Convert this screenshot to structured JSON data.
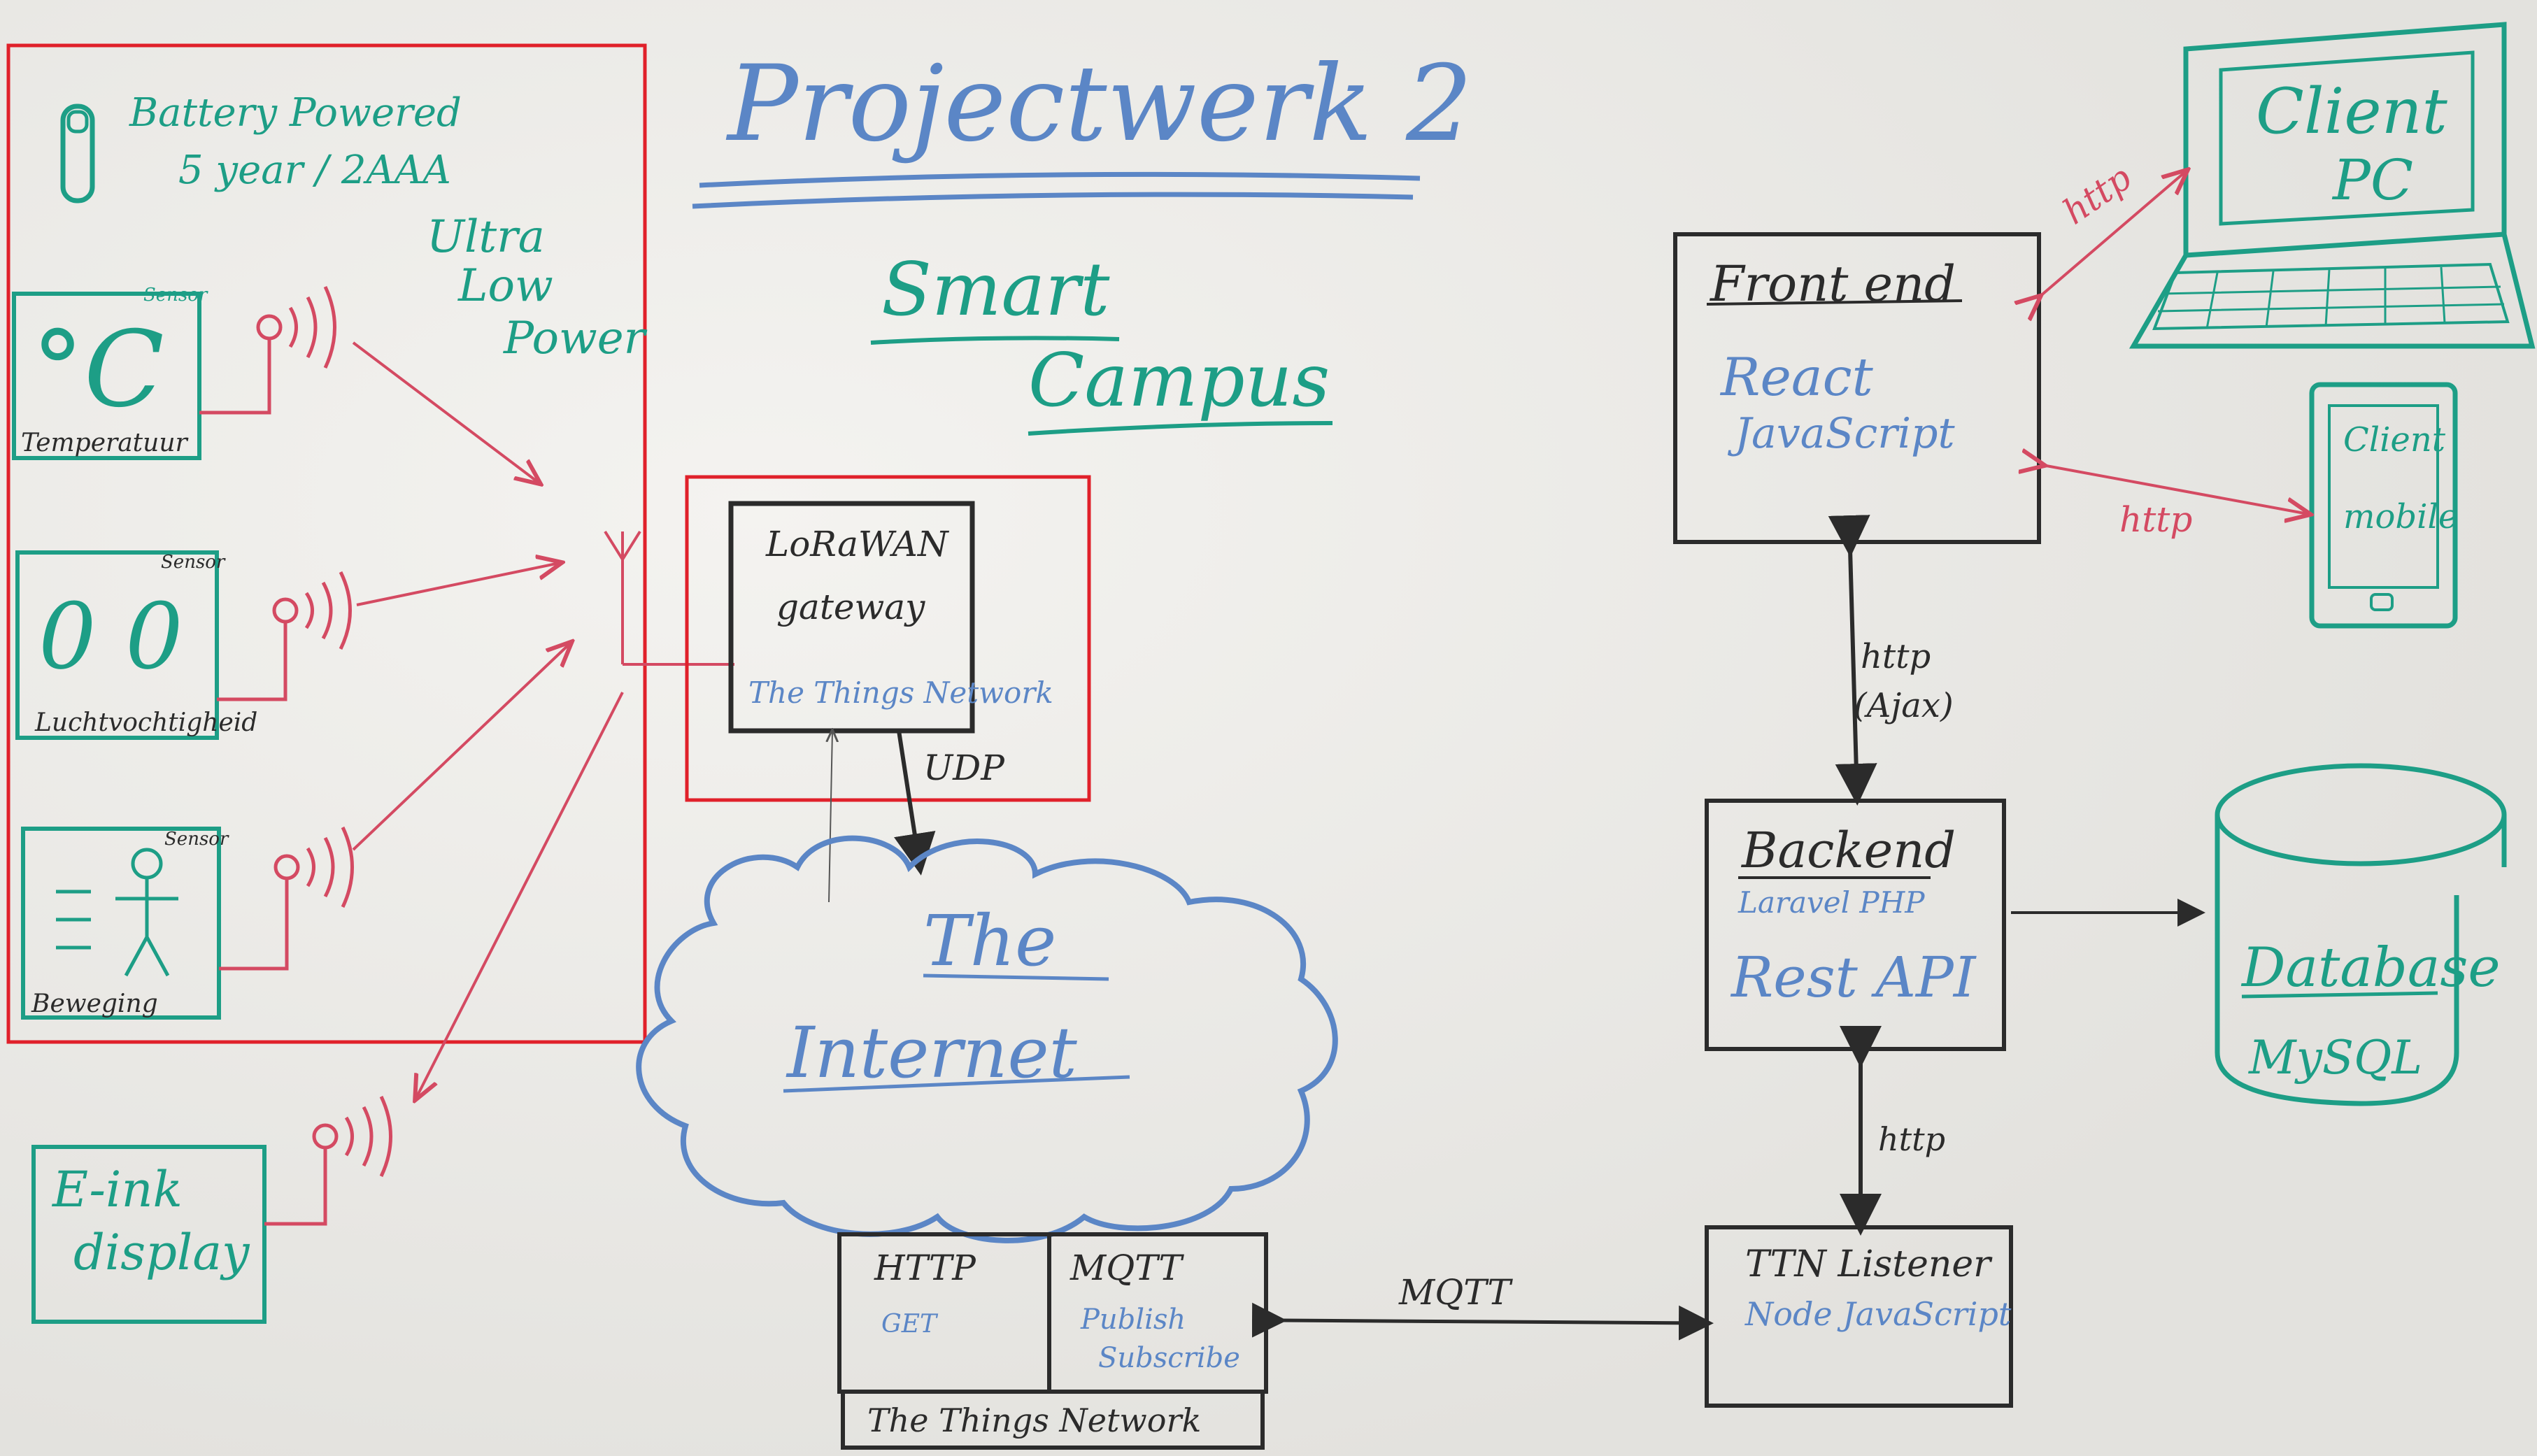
{
  "title": "Projectwerk 2",
  "subtitle": [
    "Smart",
    "Campus"
  ],
  "battery": {
    "line1": "Battery Powered",
    "line2": "5 year / 2AAA"
  },
  "ultra_low_power": [
    "Ultra",
    "Low",
    "Power"
  ],
  "sensors": [
    {
      "tag": "Sensor",
      "glyph": "°C",
      "label": "Temperatuur"
    },
    {
      "tag": "Sensor",
      "glyph": "0 0",
      "label": "Luchtvochtigheid"
    },
    {
      "tag": "Sensor",
      "glyph": "",
      "label": "Beweging"
    }
  ],
  "eink": [
    "E-ink",
    "display"
  ],
  "gateway": {
    "line1": "LoRaWAN",
    "line2": "gateway",
    "sub": "The Things Network",
    "link": "UDP"
  },
  "cloud": {
    "line1": "The",
    "line2": "Internet"
  },
  "ttn": {
    "http_title": "HTTP",
    "http_sub": "GET",
    "mqtt_title": "MQTT",
    "mqtt_sub1": "Publish",
    "mqtt_sub2": "Subscribe",
    "footer": "The Things Network"
  },
  "mqtt_link": "MQTT",
  "listener": {
    "title": "TTN Listener",
    "sub": "Node JavaScript"
  },
  "backend": {
    "title": "Backend",
    "sub": "Laravel PHP",
    "api": "Rest API"
  },
  "frontend": {
    "title": "Front end",
    "sub1": "React",
    "sub2": "JavaScript"
  },
  "http_ajax": [
    "http",
    "(Ajax)"
  ],
  "http_backend": "http",
  "database": {
    "title": "Database",
    "sub": "MySQL"
  },
  "client_pc": {
    "line1": "Client",
    "line2": "PC",
    "link": "http"
  },
  "client_mobile": {
    "line1": "Client",
    "line2": "mobile",
    "link": "http"
  },
  "colors": {
    "black": "#2b2b2b",
    "teal": "#1d9e86",
    "blue": "#5b86c6",
    "red": "#d44a62",
    "frame": "#e0202a",
    "board": "#e9e8e4"
  }
}
